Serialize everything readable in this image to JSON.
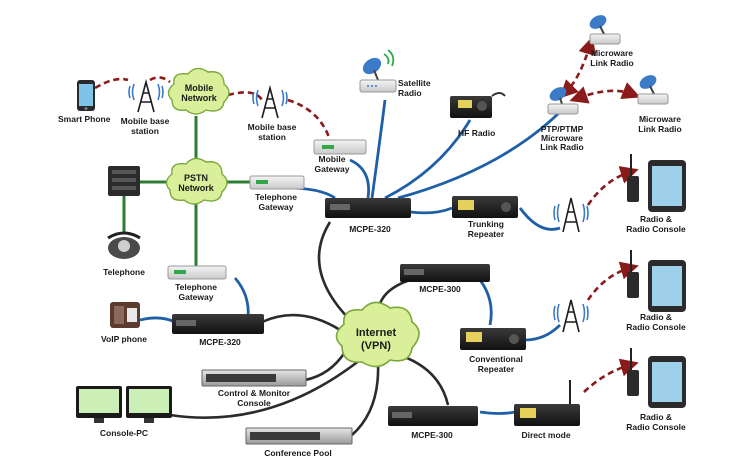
{
  "labels": {
    "smart_phone": "Smart Phone",
    "mobile_base_station_1": [
      "Mobile base",
      "station"
    ],
    "mobile_network": [
      "Mobile",
      "Network"
    ],
    "mobile_base_station_2": [
      "Mobile base",
      "station"
    ],
    "satellite_radio": [
      "Satellite",
      "Radio"
    ],
    "mobile_gateway": [
      "Mobile",
      "Gateway"
    ],
    "hf_radio": "HF Radio",
    "microwave_link_radio_top": [
      "Microware",
      "Link Radio"
    ],
    "microwave_link_radio_right": [
      "Microware",
      "Link Radio"
    ],
    "ptp_ptmp": [
      "PTP/PTMP",
      "Microware",
      "Link Radio"
    ],
    "pstn_network": [
      "PSTN",
      "Network"
    ],
    "telephone_gateway_top": [
      "Telephone",
      "Gateway"
    ],
    "mcpe_320_top": "MCPE-320",
    "trunking_repeater": [
      "Trunking",
      "Repeater"
    ],
    "radio_console_1": [
      "Radio &",
      "Radio Console"
    ],
    "telephone": "Telephone",
    "telephone_gateway_bottom": [
      "Telephone",
      "Gateway"
    ],
    "mcpe_300_top": "MCPE-300",
    "radio_console_2": [
      "Radio &",
      "Radio Console"
    ],
    "voip_phone": "VoIP phone",
    "mcpe_320_bottom": "MCPE-320",
    "internet": [
      "Internet",
      "(VPN)"
    ],
    "conventional_repeater": [
      "Conventional",
      "Repeater"
    ],
    "control_monitor_console": [
      "Control & Monitor",
      "Console"
    ],
    "console_pc": "Console-PC",
    "mcpe_300_bottom": "MCPE-300",
    "direct_mode": "Direct mode",
    "radio_console_3": [
      "Radio &",
      "Radio Console"
    ],
    "conference_pool": "Conference Pool"
  },
  "colors": {
    "network_link_blue": "#1f5fa8",
    "internet_link_dark": "#2b2b2b",
    "pstn_link_green": "#2e7d32",
    "wireless_link_red": "#8b1a1a",
    "cloud_fill": "#d9ef9a",
    "cloud_stroke": "#7aa83a"
  },
  "icons": [
    "phone-icon",
    "tower-icon",
    "cloud-icon",
    "satellite-dish-icon",
    "gateway-icon",
    "radio-icon",
    "microwave-dish-icon",
    "switch-rack-icon",
    "telephone-icon",
    "voip-phone-icon",
    "monitor-icon",
    "rack-server-icon",
    "handheld-radio-icon",
    "tablet-icon",
    "repeater-icon"
  ]
}
